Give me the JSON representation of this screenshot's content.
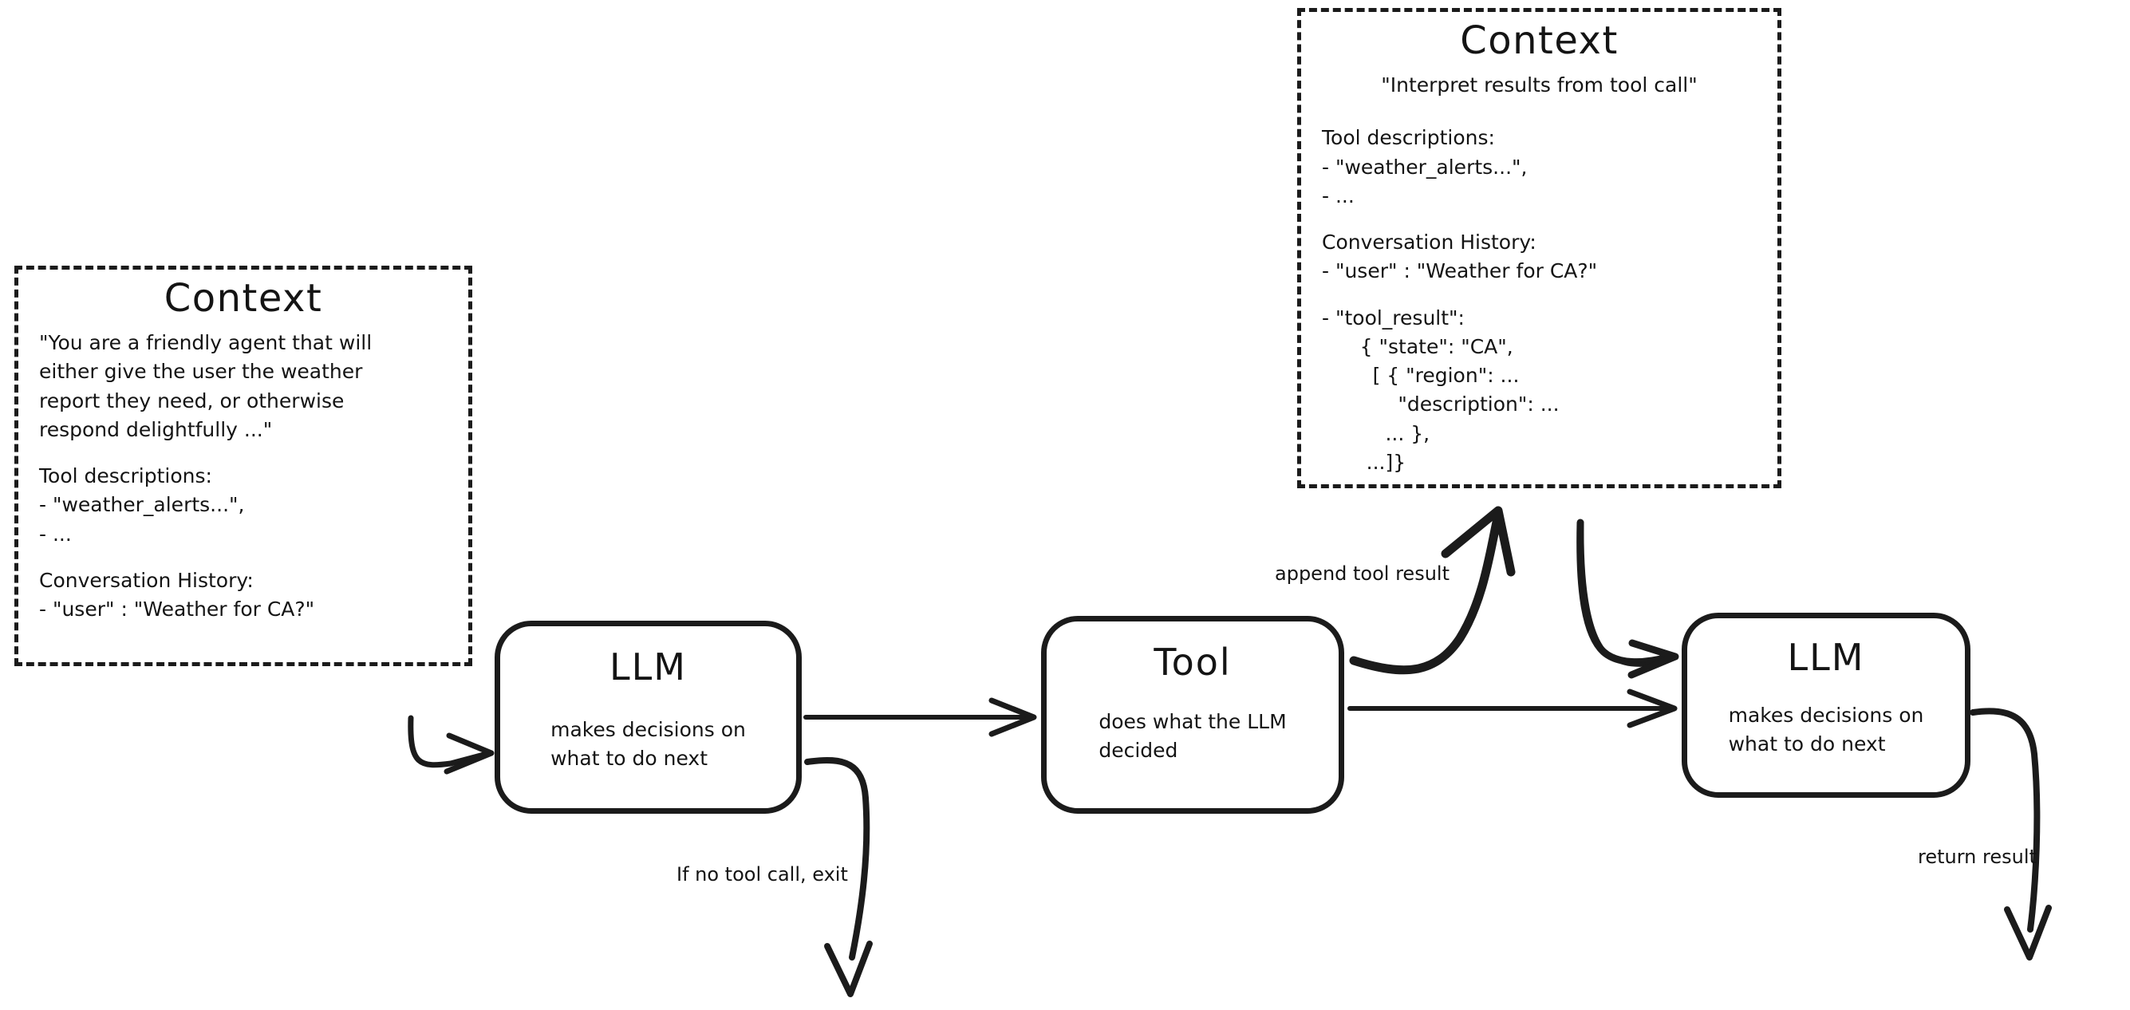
{
  "diagram": {
    "title": "Agent loop with LLM, Tool and Context",
    "ink_color": "#1b1b1b",
    "background": "#ffffff"
  },
  "context_left": {
    "title": "Context",
    "system_prompt": "\"You are a friendly agent that will\neither give the user the weather\nreport they need, or otherwise\nrespond delightfully ...\"",
    "tools_heading": "Tool descriptions:",
    "tools_items": "- \"weather_alerts...\",\n- ...",
    "history_heading": "Conversation History:",
    "history_items": "- \"user\" : \"Weather for CA?\""
  },
  "context_right": {
    "title": "Context",
    "system_prompt": "\"Interpret results from tool call\"",
    "tools_heading": "Tool descriptions:",
    "tools_items": "- \"weather_alerts...\",\n- ...",
    "history_heading": "Conversation History:",
    "history_items": "- \"user\" : \"Weather for CA?\"",
    "tool_result": "- \"tool_result\":\n      { \"state\": \"CA\",\n        [ { \"region\": ...\n            \"description\": ...\n          ... },\n       ...]}"
  },
  "nodes": {
    "llm_first": {
      "title": "LLM",
      "subtitle": "makes decisions on\nwhat to do next"
    },
    "tool": {
      "title": "Tool",
      "subtitle": "does what the LLM\ndecided"
    },
    "llm_second": {
      "title": "LLM",
      "subtitle": "makes decisions on\nwhat to do next"
    }
  },
  "edges": {
    "context_to_llm": "",
    "llm_to_tool": "",
    "exit": "If no tool call, exit",
    "append_tool_result": "append tool result",
    "tool_to_llm2": "",
    "context2_to_llm2": "",
    "return_result": "return result"
  }
}
